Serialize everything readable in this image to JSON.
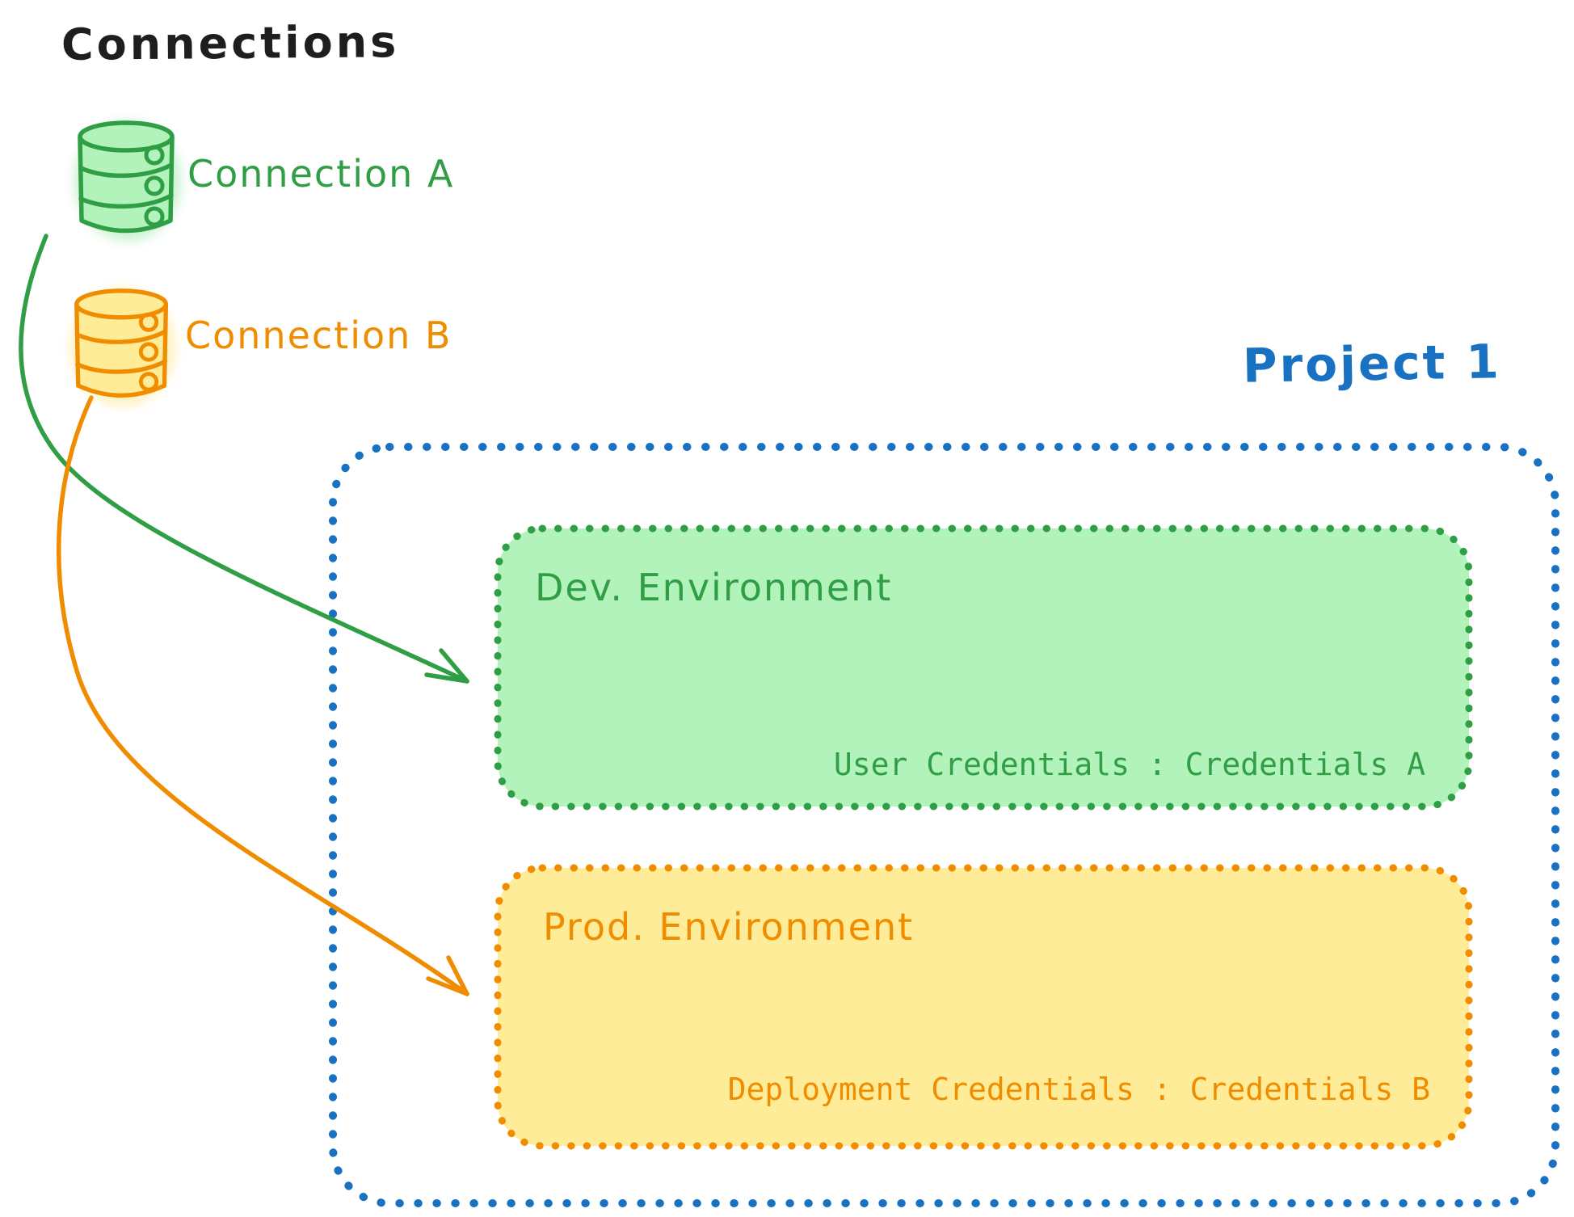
{
  "title": "Connections",
  "title_color": "#1e1e1e",
  "connections": [
    {
      "label": "Connection A",
      "icon": "database-icon",
      "color": "#2f9e44",
      "fill": "#b2f2bb"
    },
    {
      "label": "Connection B",
      "icon": "database-icon",
      "color": "#f08c00",
      "fill": "#ffec99"
    }
  ],
  "project": {
    "label": "Project 1",
    "color": "#1971c2",
    "environments": [
      {
        "name": "Dev. Environment",
        "credentials_label": "User Credentials : Credentials A",
        "color": "#2f9e44",
        "fill": "#b2f2bb"
      },
      {
        "name": "Prod. Environment",
        "credentials_label": "Deployment Credentials : Credentials B",
        "color": "#f08c00",
        "fill": "#ffec99"
      }
    ]
  },
  "links": [
    {
      "from": "Connection A",
      "to": "Dev. Environment",
      "color": "#2f9e44"
    },
    {
      "from": "Connection B",
      "to": "Prod. Environment",
      "color": "#f08c00"
    }
  ]
}
